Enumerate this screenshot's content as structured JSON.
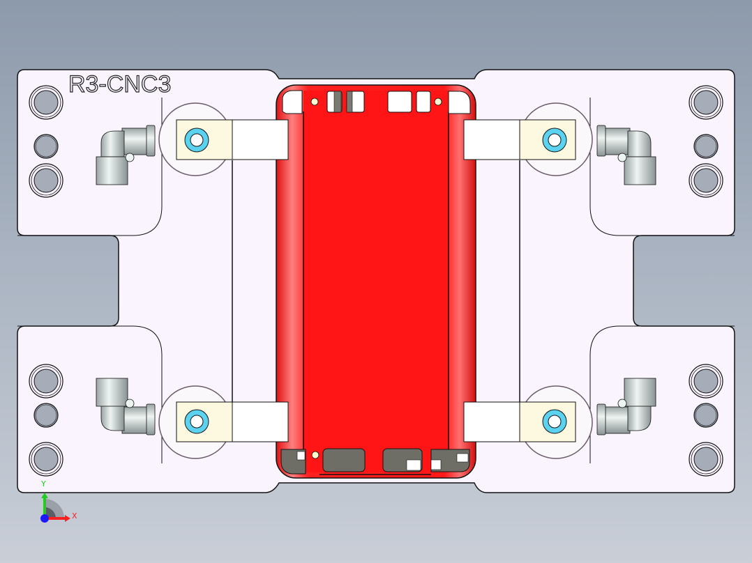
{
  "app": {
    "type": "CAD 3D viewport",
    "view": "Top view (XY plane)"
  },
  "part": {
    "label": "R3-CNC3",
    "description": "CNC fixture plate with red phone housing workpiece, four rotary clamps and four elbow push-in air fittings"
  },
  "colors": {
    "background_top": "#8d9aab",
    "background_bottom": "#c9ced7",
    "plate_fill": "#f9f4fd",
    "workpiece_red": "#ff1515",
    "clamp_arm": "#fdf9e0",
    "clamp_bolt": "#5bd3f0",
    "hole_fill": "#a6adb9",
    "fitting_metal": "#c8d0d0",
    "outline": "#111111"
  },
  "triad": {
    "x_label": "X",
    "y_label": "Y",
    "x_color": "#ff2020",
    "y_color": "#22cc22",
    "z_color": "#1a1aff"
  },
  "features": {
    "mounting_holes": 12,
    "clamps": [
      "top-left",
      "top-right",
      "bottom-left",
      "bottom-right"
    ],
    "air_fittings": 4
  }
}
